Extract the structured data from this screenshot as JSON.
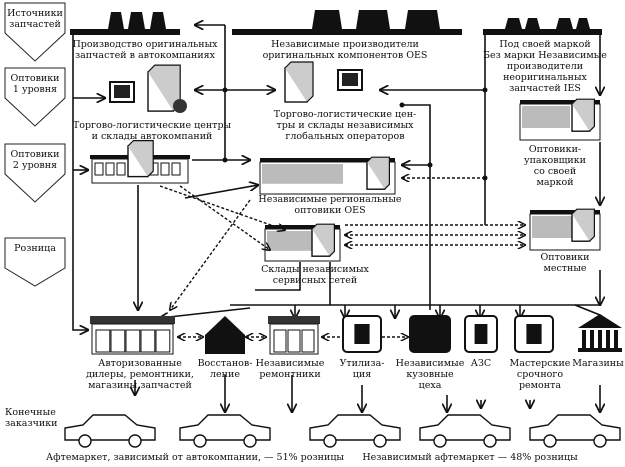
{
  "levels": [
    {
      "lines": [
        "Источники",
        "запчастей"
      ]
    },
    {
      "lines": [
        "Оптовики",
        "1 уровня"
      ]
    },
    {
      "lines": [
        "Оптовики",
        "2 уровня"
      ]
    },
    {
      "lines": [
        "Розница"
      ]
    }
  ],
  "end_customers": [
    "Конечные",
    "заказчики"
  ],
  "sources": {
    "oem": [
      "Производство оригинальных",
      "запчастей в автокомпаниях"
    ],
    "oes": [
      "Независимые производители",
      "оригинальных компонентов OES"
    ],
    "ies": [
      "Под своей маркой",
      "Без марки Независимые",
      "производители",
      "неоригинальных",
      "запчастей IES"
    ]
  },
  "wholesale1": {
    "oem": [
      "Торгово-логистические центры",
      "и склады автокомпаний"
    ],
    "global": [
      "Торгово-логистические цен-",
      "тры и склады независимых",
      "глобальных операторов"
    ]
  },
  "wholesale2": {
    "packers": [
      "Оптовики-",
      "упаковщики",
      "со своей",
      "маркой"
    ],
    "regional": [
      "Независимые региональные",
      "оптовики OES"
    ],
    "service": [
      "Склады независимых",
      "сервисных сетей"
    ],
    "local": [
      "Оптовики",
      "местные"
    ]
  },
  "retail": [
    {
      "lines": [
        "Авторизованные",
        "дилеры, ремонтники,",
        "магазины запчастей"
      ]
    },
    {
      "lines": [
        "Восстанов-",
        "ление"
      ]
    },
    {
      "lines": [
        "Независимые",
        "ремонтники"
      ]
    },
    {
      "lines": [
        "Утилиза-",
        "ция"
      ]
    },
    {
      "lines": [
        "Независимые",
        "кузовные",
        "цеха"
      ]
    },
    {
      "lines": [
        "АЗС"
      ]
    },
    {
      "lines": [
        "Мастерские",
        "срочного",
        "ремонта"
      ]
    },
    {
      "lines": [
        "Магазины"
      ]
    }
  ],
  "captions": {
    "dependent": "Афтемаркет, зависимый от автокомпании, — 51% розницы",
    "independent": "Независимый афтемаркет — 48% розницы"
  }
}
